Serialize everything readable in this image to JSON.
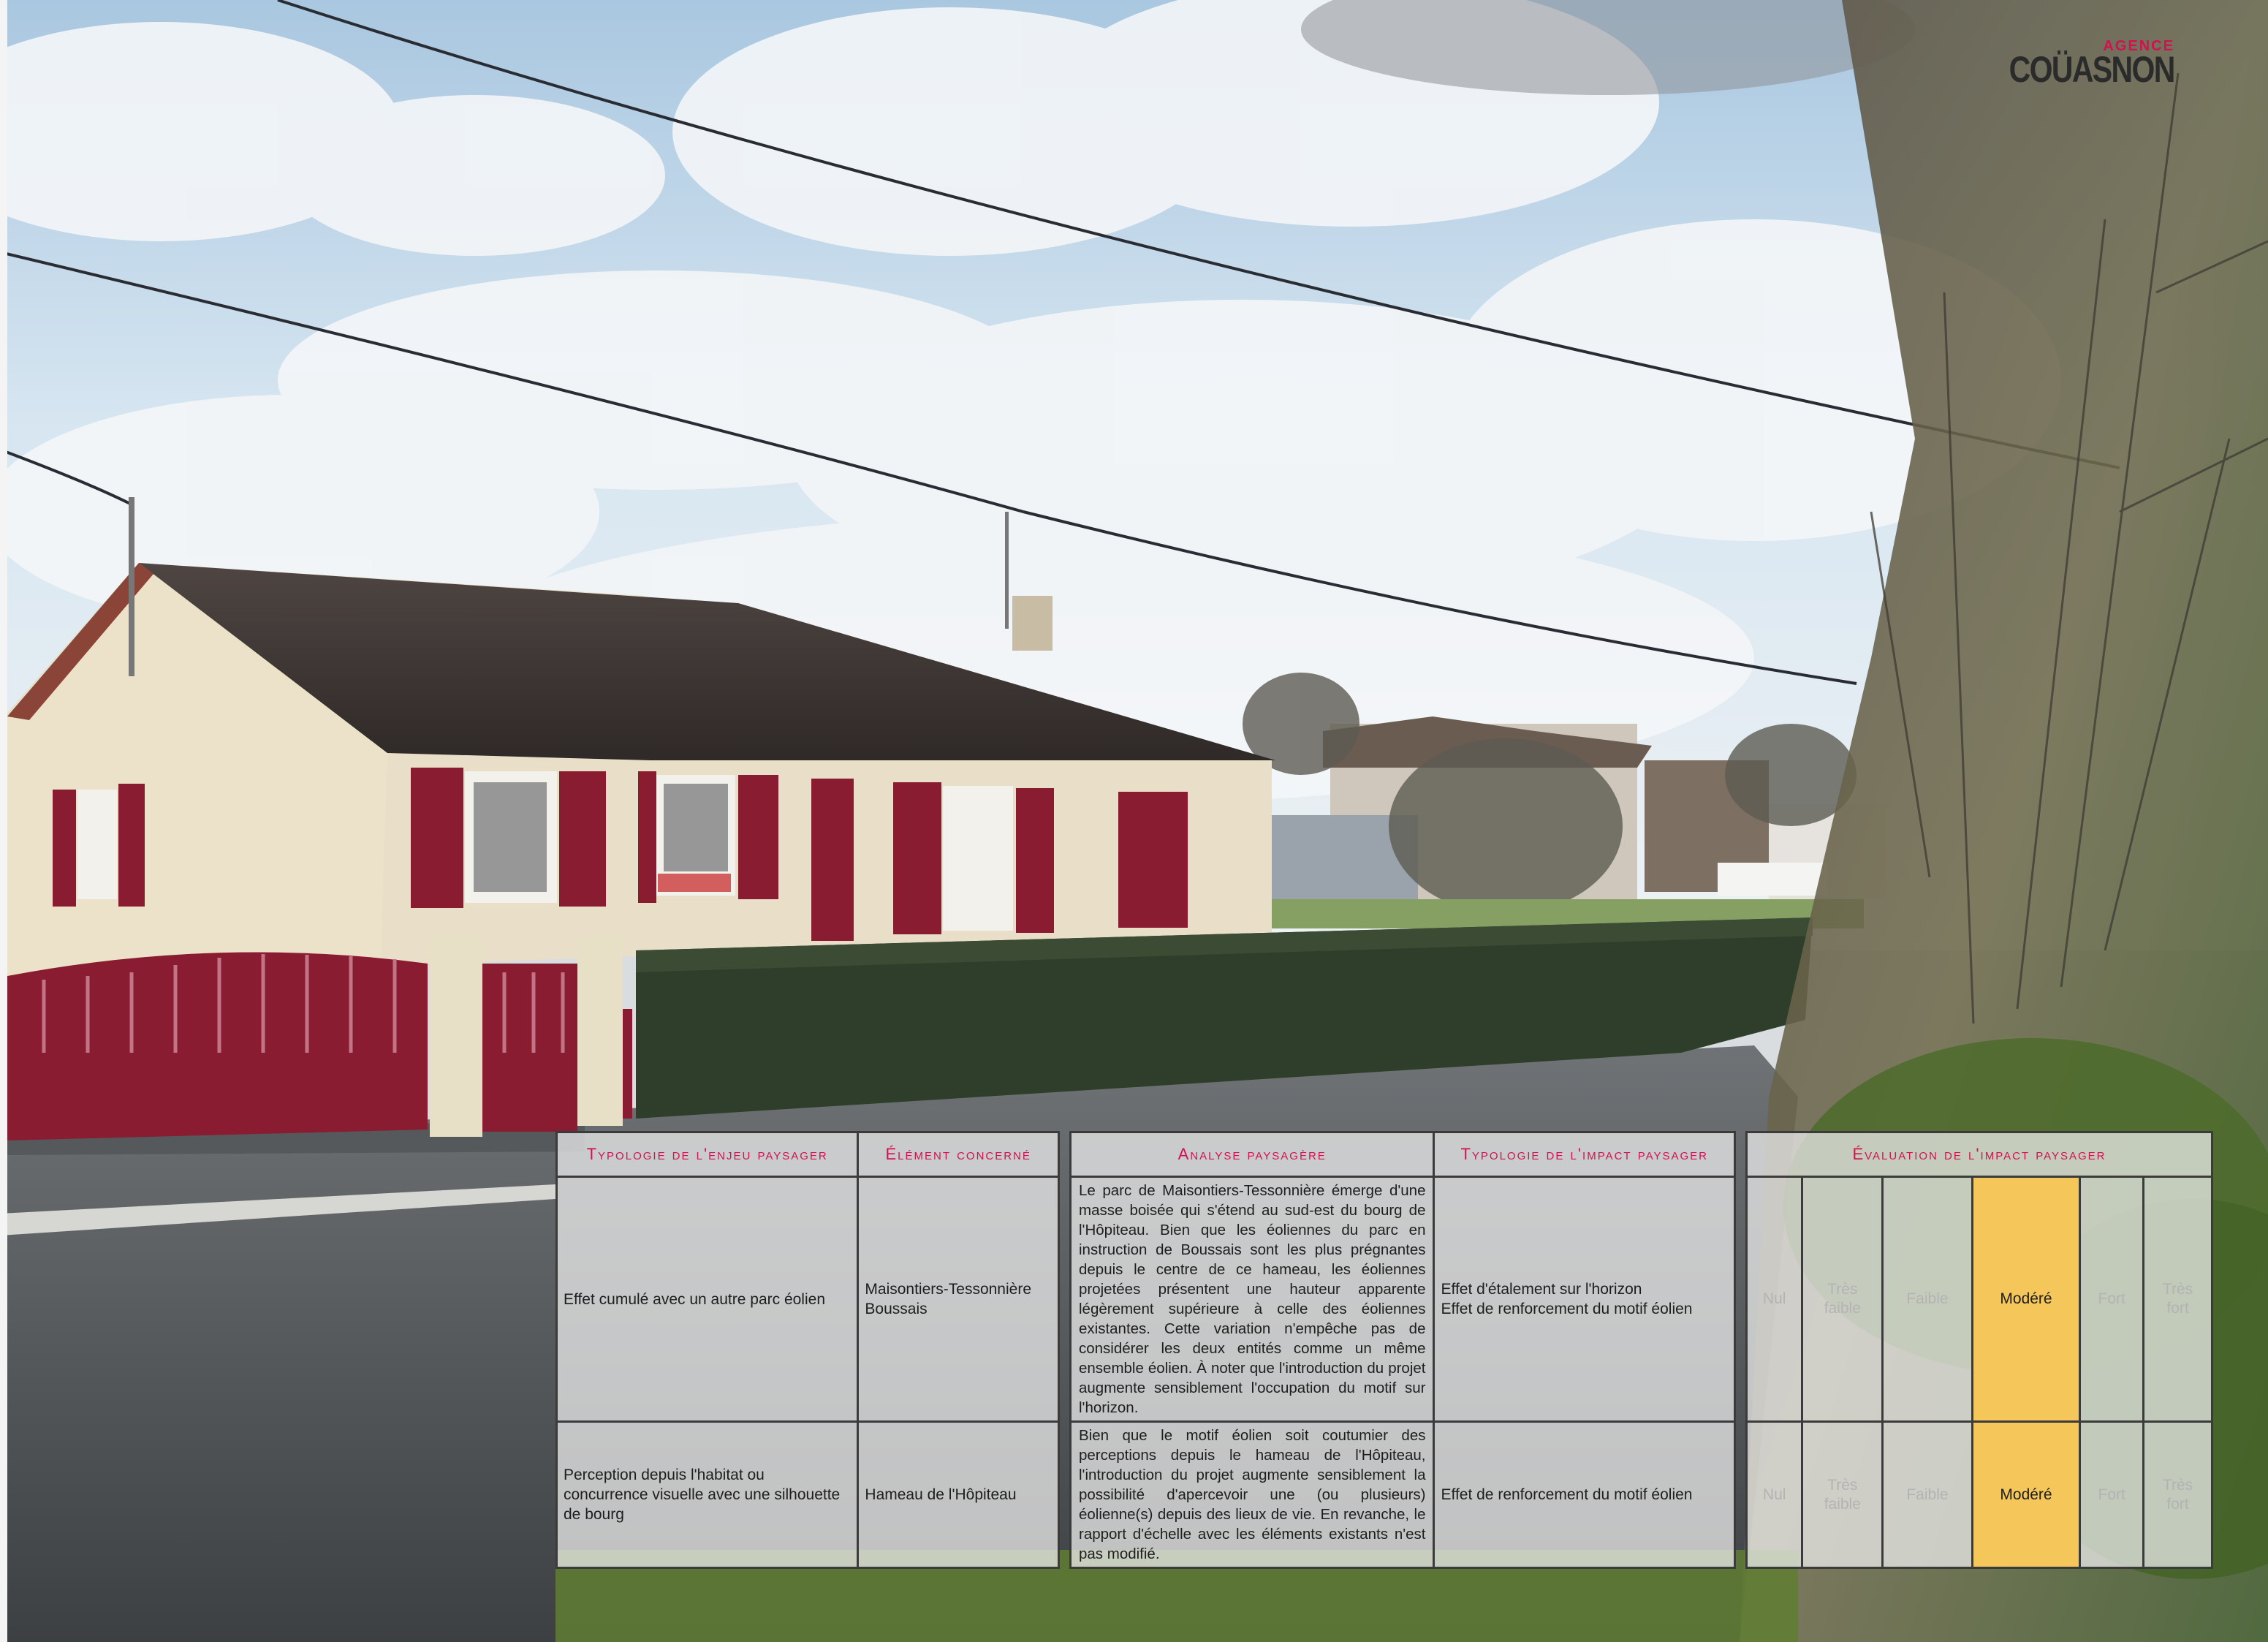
{
  "logo": {
    "agency": "AGENCE",
    "name": "COÜASNON"
  },
  "table_left": {
    "headers": [
      "Typologie de l'enjeu paysager",
      "Élément concerné"
    ],
    "rows": [
      {
        "enjeu": "Effet cumulé avec un autre parc éolien",
        "element": "Maisontiers-Tessonnière Boussais"
      },
      {
        "enjeu": "Perception depuis l'habitat ou concurrence visuelle avec une silhouette de bourg",
        "element": "Hameau de l'Hôpiteau"
      }
    ]
  },
  "table_middle": {
    "headers": [
      "Analyse paysagère",
      "Typologie de l'impact paysager"
    ],
    "rows": [
      {
        "analyse": "Le parc de Maisontiers-Tessonnière émerge d'une masse boisée qui s'étend au sud-est du bourg de l'Hôpiteau. Bien que les éoliennes du parc en instruction de Boussais sont les plus prégnantes depuis le centre de ce hameau, les éoliennes projetées présentent une hauteur apparente légèrement supérieure à celle des éoliennes existantes. Cette variation n'empêche pas de considérer les deux entités comme un même ensemble éolien. À noter que l'introduction du projet augmente sensiblement l'occupation du motif sur l'horizon.",
        "impact": [
          "Effet d'étalement sur l'horizon",
          "Effet de renforcement du motif éolien"
        ]
      },
      {
        "analyse": "Bien que le motif éolien soit coutumier des perceptions depuis le hameau de l'Hôpiteau, l'introduction du projet augmente sensiblement la possibilité d'apercevoir une (ou plusieurs) éolienne(s) depuis des lieux de vie. En revanche, le rapport d'échelle avec les éléments existants n'est pas modifié.",
        "impact": [
          "Effet de renforcement du motif éolien"
        ]
      }
    ]
  },
  "table_right": {
    "header": "Évaluation de l'impact paysager",
    "levels": [
      [
        "Nul"
      ],
      [
        "Très",
        "faible"
      ],
      [
        "Faible"
      ],
      [
        "Modéré"
      ],
      [
        "Fort"
      ],
      [
        "Très",
        "fort"
      ]
    ],
    "selected": [
      3,
      3
    ],
    "highlight_color": "#f5c75b"
  }
}
